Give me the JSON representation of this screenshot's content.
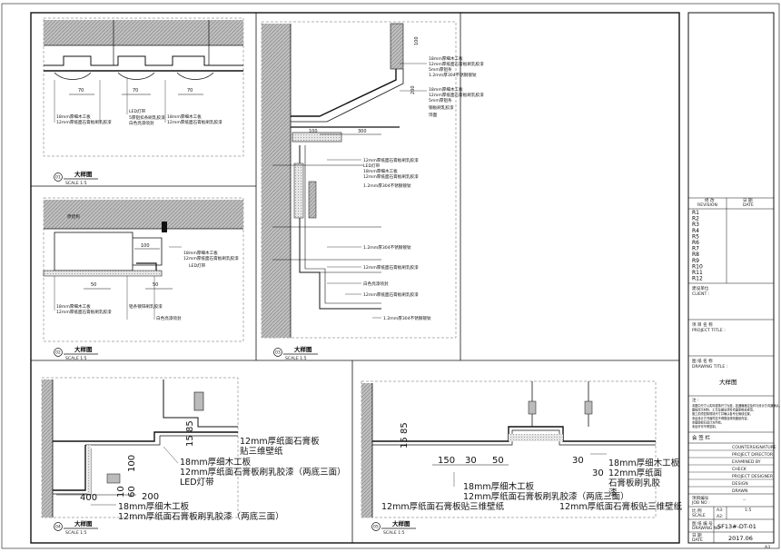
{
  "title_block": {
    "revision_label": "修 改\nREVISION",
    "date_label": "日 期\nDATE",
    "revisions": [
      "R1",
      "R2",
      "R3",
      "R4",
      "R5",
      "R6",
      "R7",
      "R8",
      "R9",
      "R10",
      "R11",
      "R12"
    ],
    "client_label": "建设单位\nCLIENT :",
    "project_label": "项 目 名 称\nPROJECT TITLE :",
    "drawing_label": "图 纸 名 称\nDRAWING TITLE :",
    "drawing_title": "大样图",
    "notes_label": "注 :",
    "notes": [
      "本图中尺寸以实际现场尺寸为准，如遇偏差应及时与设计方沟通确认，",
      "图纸所示材料、工艺及做法须符合国家相关规范，",
      "施工前须复核现场尺寸并确认各专业管线位置，",
      "未经设计方书面同意不得擅自修改图纸内容，",
      "本图版权归设计方所有，",
      "未经许可不得复制。"
    ],
    "sign_label": "会 签 栏",
    "countersign": "COUNTERSIGNATURE",
    "rows": [
      "PROJECT DIRECTOR",
      "EXAMINED BY",
      "CHECK",
      "PROJECT DESIGNER",
      "DESIGN",
      "DRAWN"
    ],
    "jobno_label": "项目编号\nJOB NO :",
    "jobno_value": "--",
    "scale_label": "比 例\nSCALE",
    "scale_a": "A3:",
    "scale_b": "A2:",
    "scale_value": "1:5",
    "drawing_no_label": "图 纸 编 号\nDRAWING NO",
    "drawing_no": "SF13#-DT-01",
    "date_row_label": "日 期\nDATE",
    "date_value": "2017.06",
    "sheet_size": "A3"
  },
  "panels": {
    "p01": {
      "num": "01",
      "title": "大样图",
      "scale": "SCALE 1:5",
      "dims": [
        "70",
        "70",
        "70"
      ],
      "labels": [
        "LED灯带",
        "18mm厚细木工板",
        "12mm厚纸面石膏板刷乳胶漆",
        "5厚铝扣条刷乳胶漆",
        "白色亮漆喷封",
        "18mm厚细木工板",
        "12mm厚纸面石膏板刷乳胶漆"
      ]
    },
    "p02": {
      "num": "02",
      "title": "大样图",
      "scale": "SCALE 1:5",
      "dims": [
        "100",
        "50",
        "50"
      ],
      "labels": [
        "原结构",
        "18mm厚细木工板",
        "12mm厚纸面石膏板刷乳胶漆",
        "LED灯带",
        "18mm厚细木工板",
        "12mm厚纸面石膏板刷乳胶漆",
        "铝条镀锌刷乳胶漆",
        "白色亮漆喷封"
      ]
    },
    "p03": {
      "num": "03",
      "title": "大样图",
      "scale": "SCALE 1:5",
      "dims": [
        "100",
        "300",
        "200",
        "100"
      ],
      "labels": [
        "18mm厚细木工板",
        "12mm厚纸面石膏板刷乳胶漆",
        "5mm厚铝条",
        "1.2mm厚304不锈钢镀钛",
        "18mm厚细木工板",
        "12mm厚纸面石膏板刷乳胶漆",
        "5mm厚铝条",
        "钢板刷乳胶漆",
        "饰面",
        "12mm厚纸面石膏板刷乳胶漆",
        "LED灯带",
        "18mm厚细木工板",
        "12mm厚纸面石膏板刷乳胶漆",
        "1.2mm厚304不锈钢镀钛",
        "1.2mm厚304不锈钢镀钛",
        "12mm厚纸面石膏板刷乳胶漆",
        "白色亮漆喷封",
        "12mm厚纸面石膏板刷乳胶漆",
        "1.2mm厚304不锈钢镀钛"
      ]
    },
    "p04": {
      "num": "04",
      "title": "大样图",
      "scale": "SCALE 1:5",
      "dims": [
        "85",
        "15",
        "100",
        "60",
        "200",
        "400",
        "10"
      ],
      "labels": [
        "12mm厚纸面石膏板",
        "贴三维壁纸",
        "18mm厚细木工板",
        "12mm厚纸面石膏板刷乳胶漆（两底三面）",
        "LED灯带",
        "18mm厚细木工板",
        "12mm厚纸面石膏板刷乳胶漆（两底三面）"
      ]
    },
    "p05": {
      "num": "05",
      "title": "大样图",
      "scale": "SCALE 1:5",
      "dims": [
        "85",
        "15",
        "150",
        "30",
        "50",
        "30",
        "30"
      ],
      "labels": [
        "18mm厚细木工板",
        "12mm厚纸面",
        "石膏板刷乳胶",
        "漆",
        "18mm厚细木工板",
        "12mm厚纸面石膏板刷乳胶漆（两底三面）",
        "12mm厚纸面石膏板贴三维壁纸",
        "12mm厚纸面石膏板贴三维壁纸"
      ]
    }
  },
  "colors": {
    "line": "#111111",
    "hatch": "#9a9a9a",
    "wood": "#d9d9d9"
  }
}
